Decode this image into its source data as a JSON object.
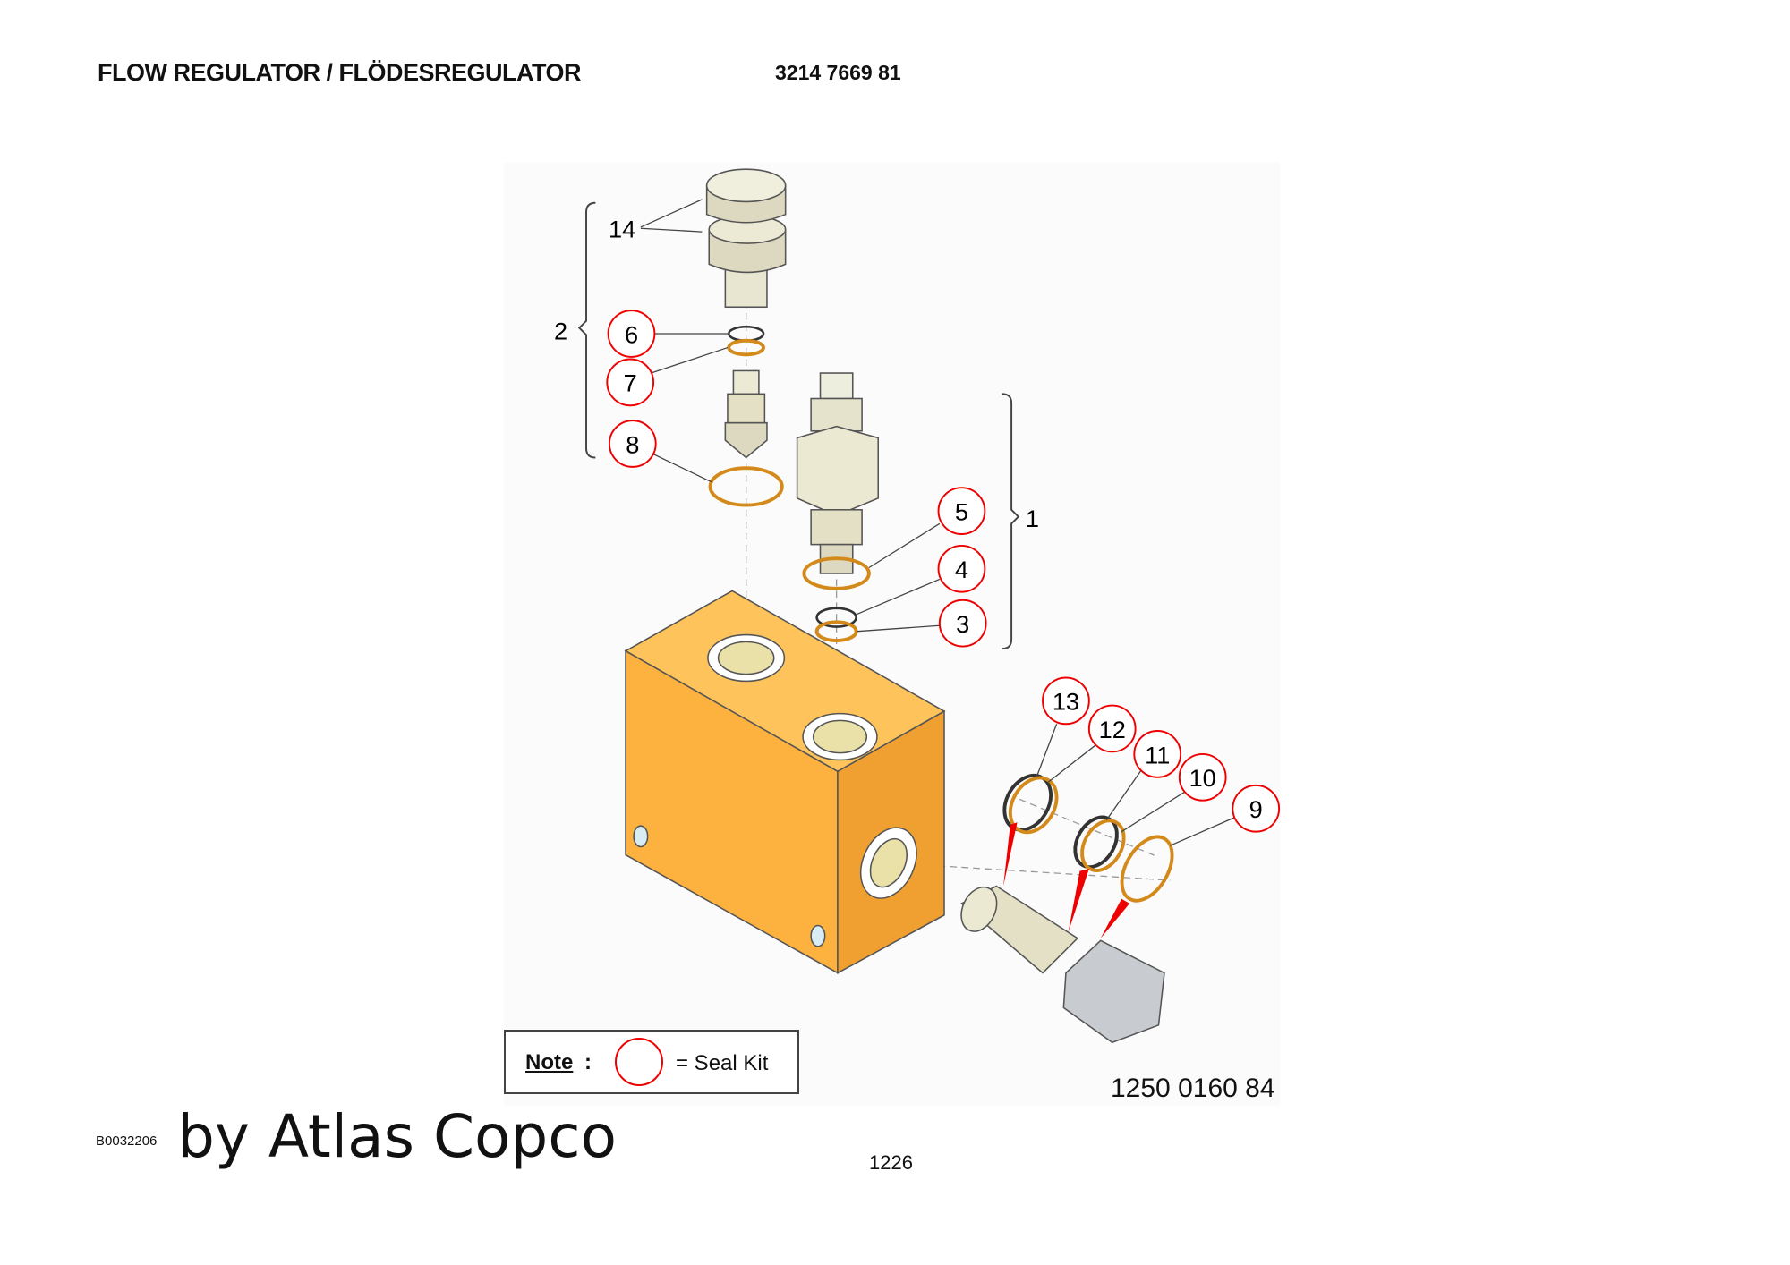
{
  "header": {
    "title": "FLOW REGULATOR / FLÖDESREGULATOR",
    "part_number": "3214 7669 81"
  },
  "drawing": {
    "drawing_number": "1250 0160 84",
    "callouts": {
      "c1": "1",
      "c2": "2",
      "c3": "3",
      "c4": "4",
      "c5": "5",
      "c6": "6",
      "c7": "7",
      "c8": "8",
      "c9": "9",
      "c10": "10",
      "c11": "11",
      "c12": "12",
      "c13": "13",
      "c14": "14"
    },
    "colors": {
      "block": "#fdb240",
      "callout": "#e00000",
      "seal": "#d48a1a"
    }
  },
  "note": {
    "label": "Note",
    "colon": ":",
    "text": "= Seal Kit"
  },
  "footer": {
    "image_id": "B0032206",
    "brand": "by Atlas Copco",
    "page": "1226"
  }
}
